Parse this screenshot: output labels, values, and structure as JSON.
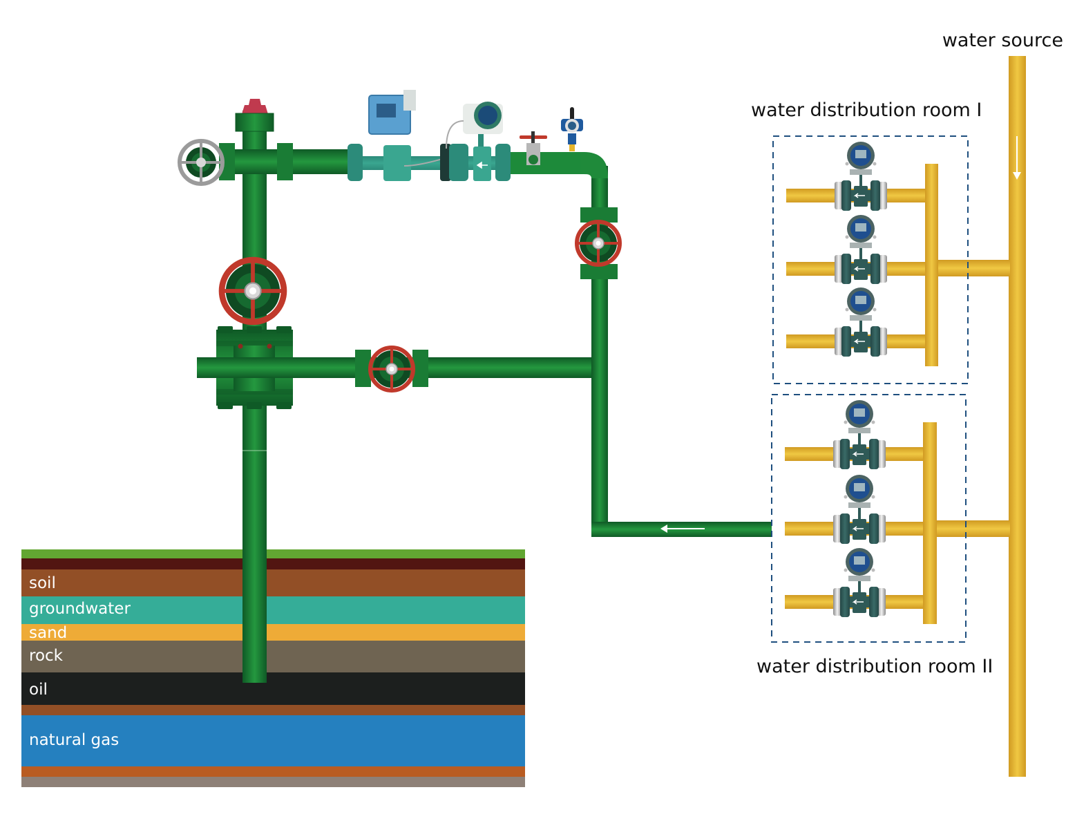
{
  "labels": {
    "water_source": "water source",
    "room_1": "water distribution room I",
    "room_2": "water distribution room II"
  },
  "strata": [
    {
      "name": "grass",
      "label": "",
      "color": "#62a632"
    },
    {
      "name": "topsoil",
      "label": "",
      "color": "#521511"
    },
    {
      "name": "soil",
      "label": "soil",
      "color": "#924f26"
    },
    {
      "name": "groundwater",
      "label": "groundwater",
      "color": "#35ad98"
    },
    {
      "name": "sand",
      "label": "sand",
      "color": "#eeab37"
    },
    {
      "name": "rock",
      "label": "rock",
      "color": "#6f6452"
    },
    {
      "name": "oil",
      "label": "oil",
      "color": "#1c1f1e"
    },
    {
      "name": "cap-rock",
      "label": "",
      "color": "#924f26"
    },
    {
      "name": "natural-gas",
      "label": "natural gas",
      "color": "#2580bf"
    },
    {
      "name": "base-1",
      "label": "",
      "color": "#b95c22"
    },
    {
      "name": "base-2",
      "label": "",
      "color": "#8e8077"
    }
  ],
  "colors": {
    "green_pipe": "#1f8a3a",
    "green_dark": "#0f5a26",
    "yellow_pipe": "#e8b835",
    "yellow_dark": "#d09a22",
    "valve_red": "#c0392b",
    "valve_gray": "#9b9b9b",
    "dash_border": "#1d4e7e",
    "meter_teal": "#2f5a57"
  },
  "rooms": [
    {
      "id": "room-1",
      "meters": 3
    },
    {
      "id": "room-2",
      "meters": 3
    }
  ]
}
